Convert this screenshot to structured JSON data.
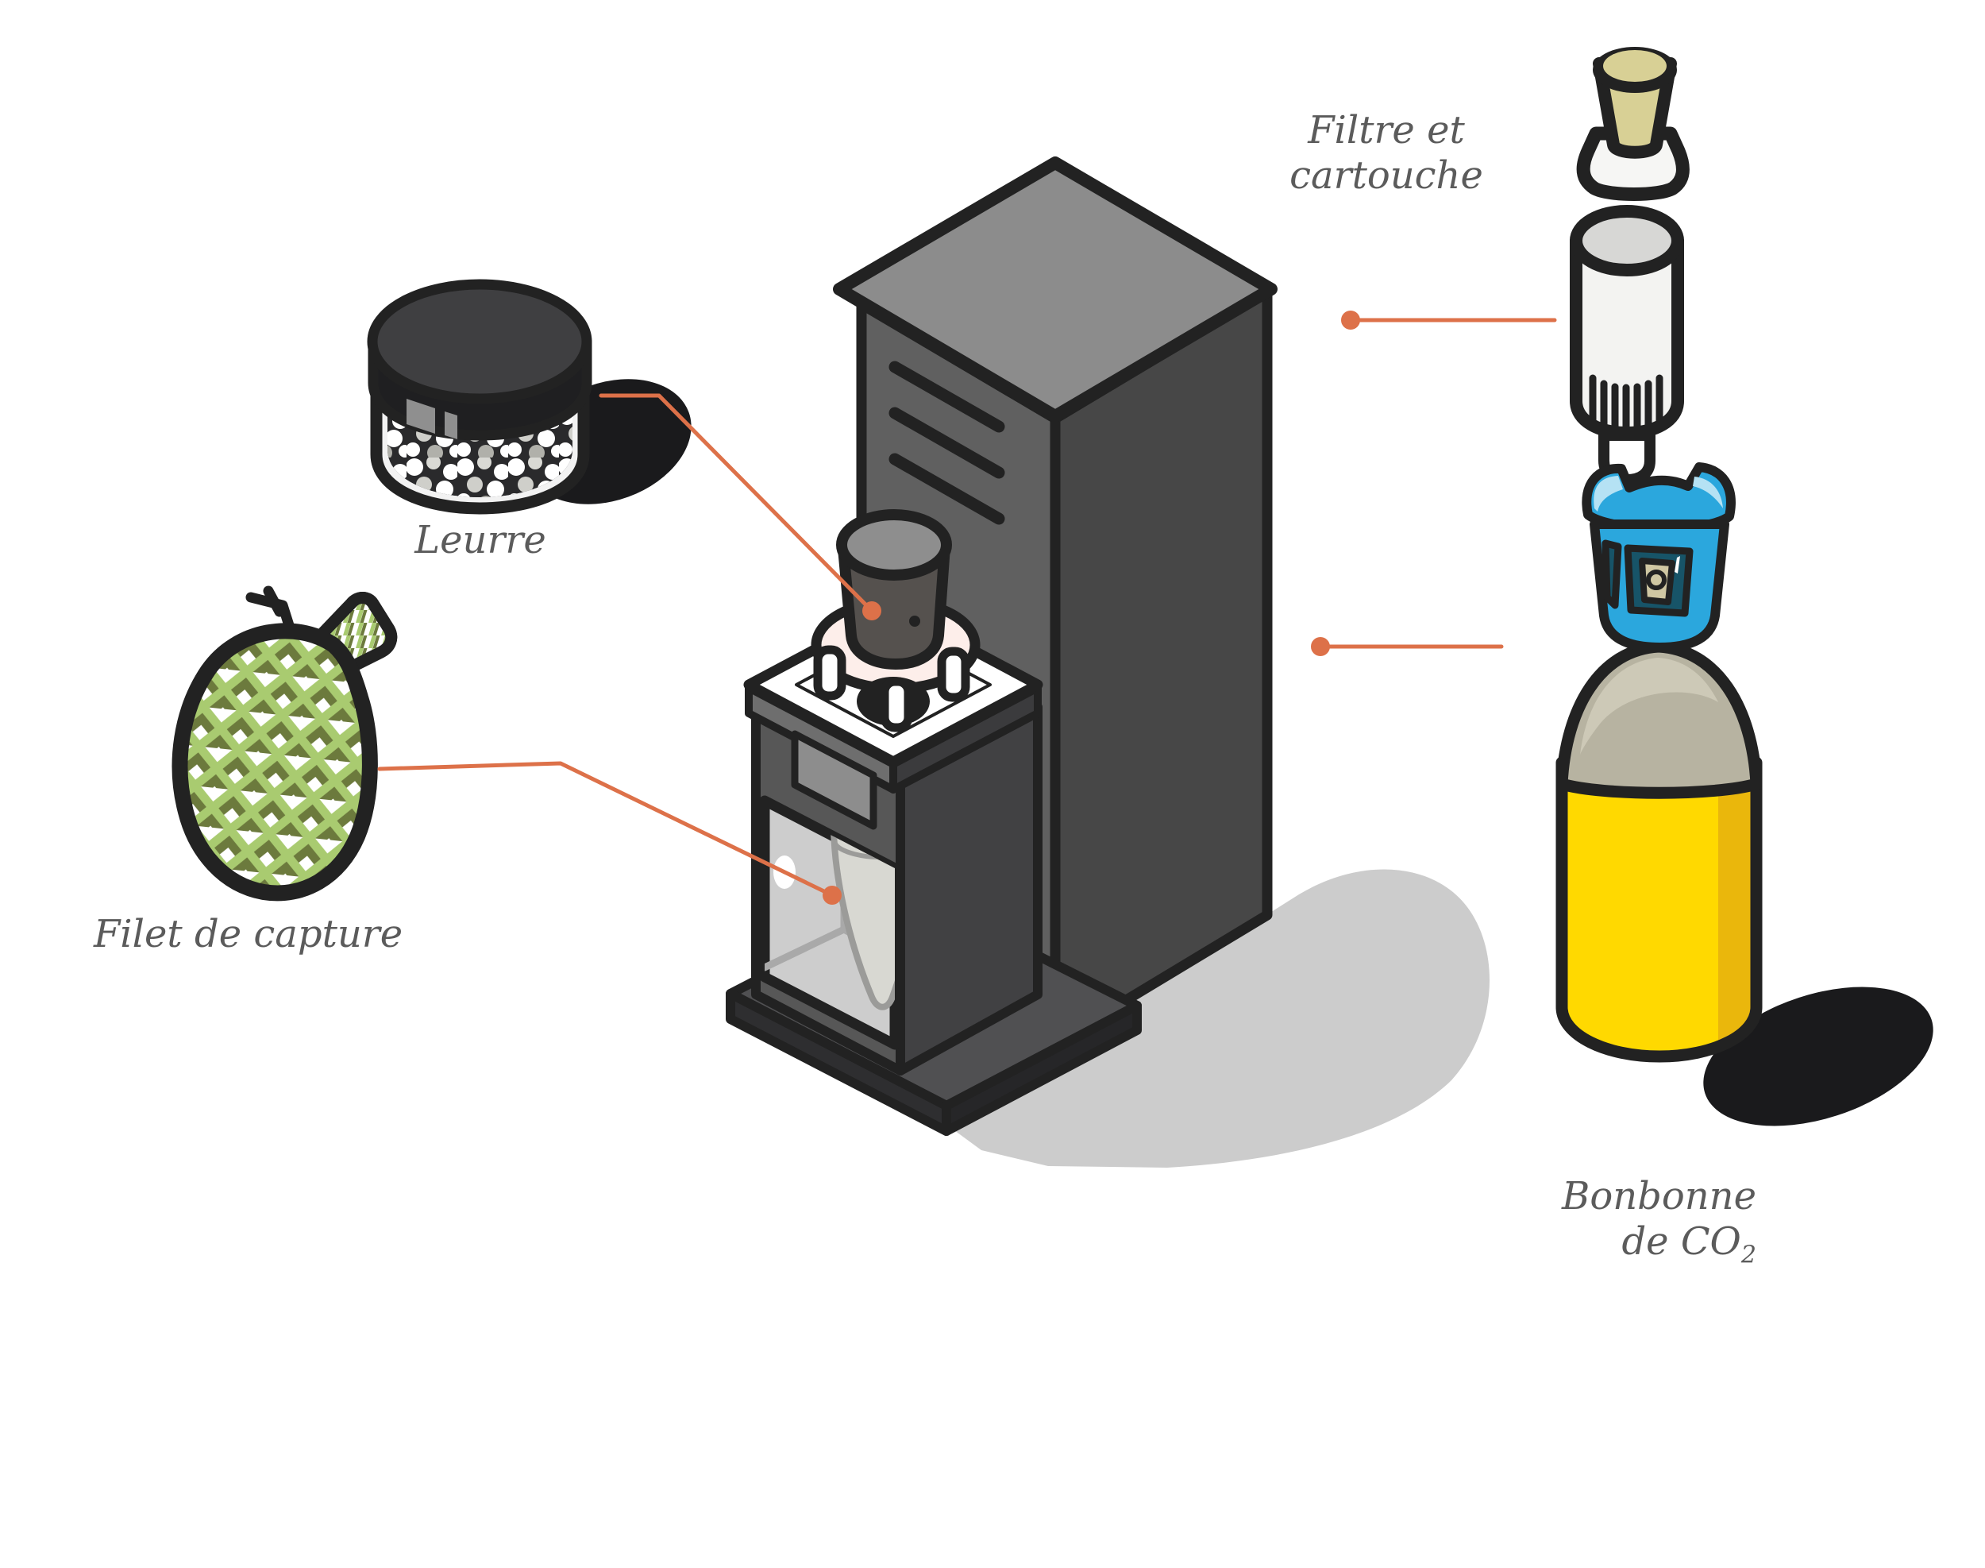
{
  "labels": {
    "filtre_line1": "Filtre et",
    "filtre_line2": "cartouche",
    "leurre": "Leurre",
    "filet": "Filet de capture",
    "bonbonne_line1": "Bonbonne",
    "bonbonne_line2": "de CO",
    "bonbonne_sub": "2"
  },
  "colors": {
    "accent_orange": "#dd7149",
    "label_gray": "#5b5b5b",
    "outline_black": "#222222",
    "tower_top": "#8c8c8c",
    "tower_front": "#606060",
    "tower_side": "#474747",
    "box_face": "#575757",
    "box_side": "#414143",
    "panel_gray": "#8d8d8d",
    "window_gray": "#cdcdcd",
    "window_line": "#a9a9a9",
    "cone_fill": "#d8d8d2",
    "cone_line": "#9b9b99",
    "base_top": "#505052",
    "base_side": "#2e2e30",
    "pad_pink": "#fdeeea",
    "cup_dark": "#55514e",
    "cup_top": "#8e8e8e",
    "shadow_light": "#cccccc",
    "shadow_black": "#1a1a1c",
    "jar_lid": "#3f3f41",
    "jar_band": "#1f1f21",
    "pellet_bg": "#2a2a2c",
    "net_green_light": "#a9cb70",
    "net_green_dark": "#6c7a3d",
    "filter_beige": "#d8d095",
    "flare_white": "#f6f6f4",
    "cartridge_white": "#f3f3f1",
    "cartridge_top": "#d7d7d5",
    "bottle_yellow": "#ffd900",
    "bottle_yellow_dark": "#eab70c",
    "bottle_shoulder": "#b7b3a1",
    "bottle_shoulder_light": "#cdc9b7",
    "guard_blue": "#2ba7dd",
    "guard_blue_light": "#b5e2f4",
    "guard_teal_dark": "#175468",
    "valve_beige": "#cfc7a3"
  }
}
